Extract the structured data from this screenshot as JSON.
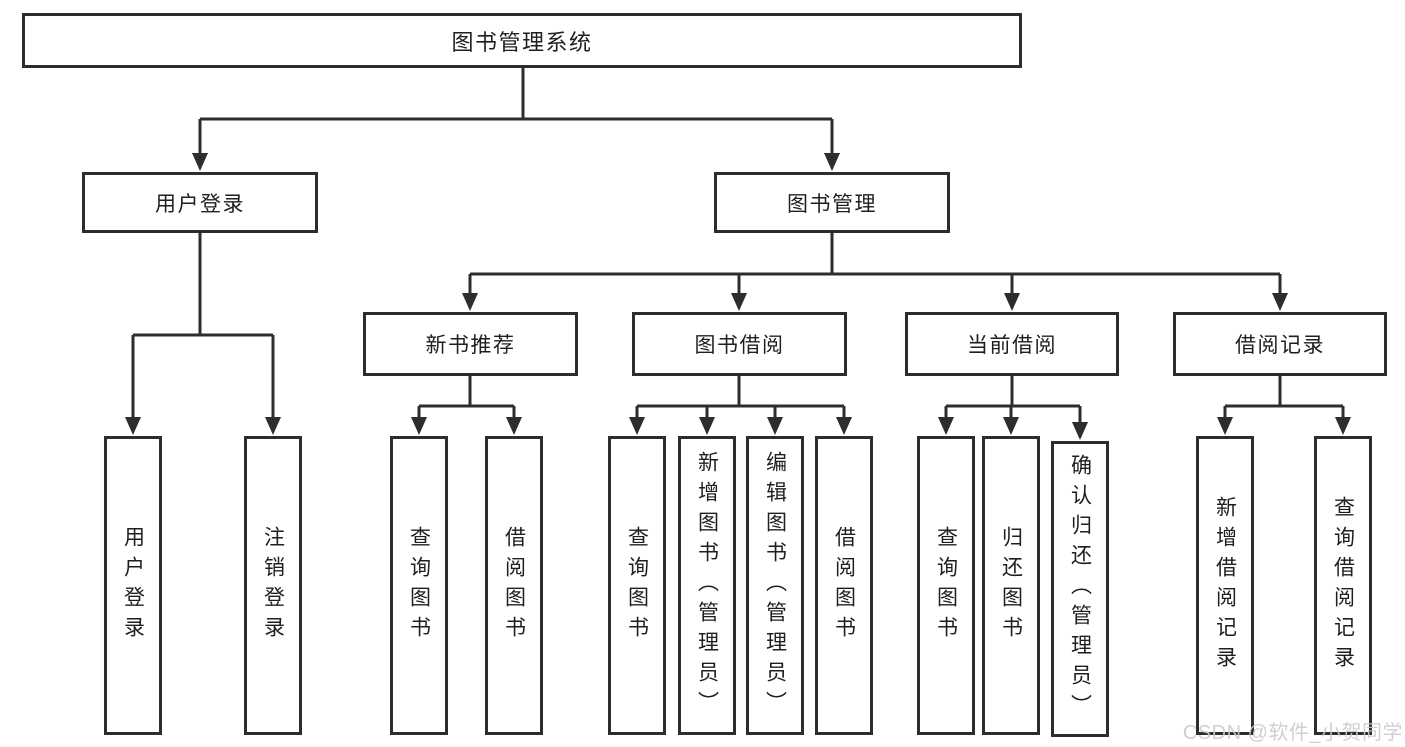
{
  "tree": {
    "root": "图书管理系统",
    "level2": [
      {
        "label": "用户登录",
        "children": [
          "用户登录",
          "注销登录"
        ]
      },
      {
        "label": "图书管理",
        "groups": [
          {
            "label": "新书推荐",
            "children": [
              "查询图书",
              "借阅图书"
            ]
          },
          {
            "label": "图书借阅",
            "children": [
              "查询图书",
              "新增图书（管理员）",
              "编辑图书（管理员）",
              "借阅图书"
            ]
          },
          {
            "label": "当前借阅",
            "children": [
              "查询图书",
              "归还图书",
              "确认归还（管理员）"
            ]
          },
          {
            "label": "借阅记录",
            "children": [
              "新增借阅记录",
              "查询借阅记录"
            ]
          }
        ]
      }
    ]
  },
  "watermark": {
    "text": "CSDN @软件_小贺同学"
  },
  "colors": {
    "line": "#2d2d2d",
    "box_background": "#ffffff",
    "text": "#1f1f1f",
    "watermark_text": "#cbcbcb",
    "background": "#ffffff"
  }
}
